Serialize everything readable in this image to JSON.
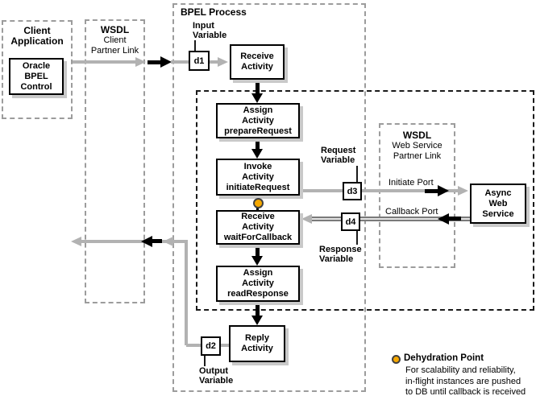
{
  "bpel_process": {
    "label": "BPEL Process"
  },
  "client_application": {
    "title_line1": "Client",
    "title_line2": "Application",
    "control_line1": "Oracle",
    "control_line2": "BPEL",
    "control_line3": "Control"
  },
  "wsdl_client": {
    "title": "WSDL",
    "line2": "Client",
    "line3": "Partner Link"
  },
  "wsdl_web_service": {
    "title": "WSDL",
    "line2": "Web Service",
    "line3": "Partner Link"
  },
  "variables": {
    "d1": {
      "label": "d1",
      "name_line1": "Input",
      "name_line2": "Variable"
    },
    "d2": {
      "label": "d2",
      "name_line1": "Output",
      "name_line2": "Variable"
    },
    "d3": {
      "label": "d3",
      "name_line1": "Request",
      "name_line2": "Variable"
    },
    "d4": {
      "label": "d4",
      "name_line1": "Response",
      "name_line2": "Variable"
    }
  },
  "activities": {
    "receive": {
      "line1": "Receive",
      "line2": "Activity"
    },
    "assign_prepare": {
      "line1": "Assign",
      "line2": "Activity",
      "line3": "prepareRequest"
    },
    "invoke": {
      "line1": "Invoke",
      "line2": "Activity",
      "line3": "initiateRequest"
    },
    "wait_for_callback": {
      "line1": "Receive",
      "line2": "Activity",
      "line3": "waitForCallback"
    },
    "assign_read": {
      "line1": "Assign",
      "line2": "Activity",
      "line3": "readResponse"
    },
    "reply": {
      "line1": "Reply",
      "line2": "Activity"
    }
  },
  "async_web_service": {
    "line1": "Async",
    "line2": "Web",
    "line3": "Service"
  },
  "ports": {
    "initiate": "Initiate Port",
    "callback": "Callback Port"
  },
  "legend": {
    "title": "Dehydration Point",
    "desc_line1": "For scalability and reliability,",
    "desc_line2": "in-flight instances are pushed",
    "desc_line3": "to DB until callback is received"
  },
  "colors": {
    "dehydration_dot": "#F6A800",
    "dashed_gray": "#9C9C9C",
    "inner_scope_dash": "#1A1A1A",
    "line_gray": "#B2B2B2",
    "callback_line_gray": "#7A7A7A",
    "arrow_black": "#000000",
    "box_shadow": "#C9C9C9"
  }
}
